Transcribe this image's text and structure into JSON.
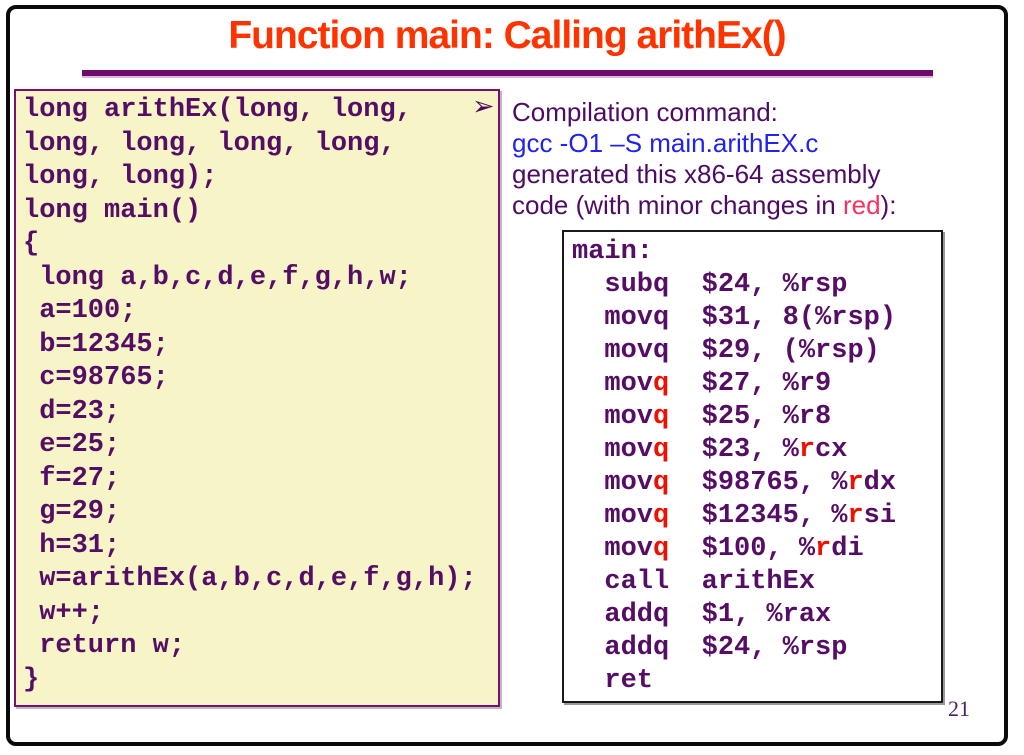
{
  "colors": {
    "title_orange": "#FF3300",
    "rule_purple": "#6D0B6D",
    "ink_purple": "#560D66",
    "note_purple": "#4E0B63",
    "asm_red": "#EE1100",
    "word_red": "#FA3060",
    "link_blue": "#2222EE",
    "panel_yellow": "#F7F5C8",
    "panel_border": "#7A0E73",
    "page_num": "#4B2160",
    "slide_border": "#0A0A0A"
  },
  "slide": {
    "title": "Function main: Calling arithEx()",
    "page_number": "21"
  },
  "bullet": {
    "icon": "arrowhead-bullet-icon",
    "glyph": "➢"
  },
  "c_code": {
    "lines": [
      "long arithEx(long, long,",
      "long, long, long, long,",
      "long, long);",
      "long main()",
      "{",
      " long a,b,c,d,e,f,g,h,w;",
      " a=100;",
      " b=12345;",
      " c=98765;",
      " d=23;",
      " e=25;",
      " f=27;",
      " g=29;",
      " h=31;",
      " w=arithEx(a,b,c,d,e,f,g,h);",
      " w++;",
      " return w;",
      "}"
    ]
  },
  "note": {
    "lines": [
      [
        {
          "t": "Compilation command:",
          "c": "purple"
        }
      ],
      [
        {
          "t": "gcc -O1 –S main.arithEX.c",
          "c": "blue"
        }
      ],
      [
        {
          "t": "generated this x86-64 assembly",
          "c": "purple"
        }
      ],
      [
        {
          "t": "code (with minor changes in ",
          "c": "purple"
        },
        {
          "t": "red",
          "c": "red"
        },
        {
          "t": "):",
          "c": "purple"
        }
      ]
    ]
  },
  "assembly": {
    "lines": [
      [
        {
          "t": "main:",
          "c": "p"
        }
      ],
      [
        {
          "t": "  subq  $24, %rsp",
          "c": "p"
        }
      ],
      [
        {
          "t": "  movq  $31, 8(%rsp)",
          "c": "p"
        }
      ],
      [
        {
          "t": "  movq  $29, (%rsp)",
          "c": "p"
        }
      ],
      [
        {
          "t": "  mov",
          "c": "p"
        },
        {
          "t": "q",
          "c": "r"
        },
        {
          "t": "  $27, %r9",
          "c": "p"
        }
      ],
      [
        {
          "t": "  mov",
          "c": "p"
        },
        {
          "t": "q",
          "c": "r"
        },
        {
          "t": "  $25, %r8",
          "c": "p"
        }
      ],
      [
        {
          "t": "  mov",
          "c": "p"
        },
        {
          "t": "q",
          "c": "r"
        },
        {
          "t": "  $23, %",
          "c": "p"
        },
        {
          "t": "r",
          "c": "r"
        },
        {
          "t": "cx",
          "c": "p"
        }
      ],
      [
        {
          "t": "  mov",
          "c": "p"
        },
        {
          "t": "q",
          "c": "r"
        },
        {
          "t": "  $98765, %",
          "c": "p"
        },
        {
          "t": "r",
          "c": "r"
        },
        {
          "t": "dx",
          "c": "p"
        }
      ],
      [
        {
          "t": "  mov",
          "c": "p"
        },
        {
          "t": "q",
          "c": "r"
        },
        {
          "t": "  $12345, %",
          "c": "p"
        },
        {
          "t": "r",
          "c": "r"
        },
        {
          "t": "si",
          "c": "p"
        }
      ],
      [
        {
          "t": "  mov",
          "c": "p"
        },
        {
          "t": "q",
          "c": "r"
        },
        {
          "t": "  $100, %",
          "c": "p"
        },
        {
          "t": "r",
          "c": "r"
        },
        {
          "t": "di",
          "c": "p"
        }
      ],
      [
        {
          "t": "  call  arithEx",
          "c": "p"
        }
      ],
      [
        {
          "t": "  addq  $1, %rax",
          "c": "p"
        }
      ],
      [
        {
          "t": "  addq  $24, %rsp",
          "c": "p"
        }
      ],
      [
        {
          "t": "  ret",
          "c": "p"
        }
      ]
    ]
  }
}
